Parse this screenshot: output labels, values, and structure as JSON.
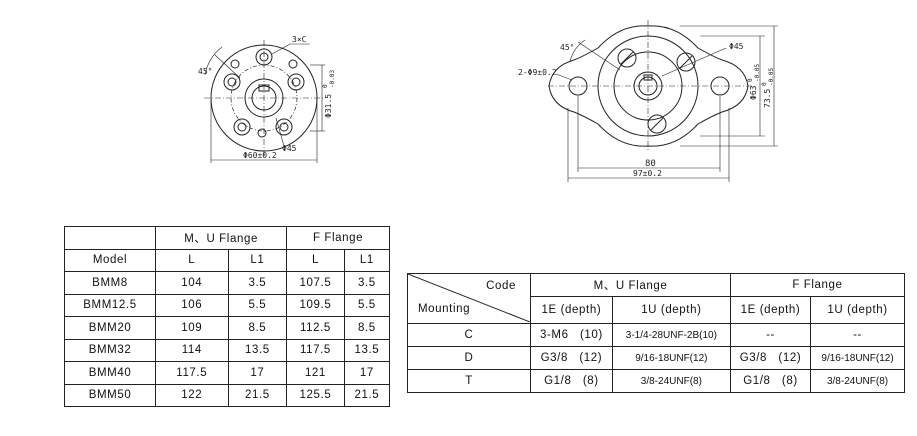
{
  "drawing_left": {
    "label_holes": "3×C",
    "label_angle": "45°",
    "label_bolt_circle": "Φ31.5",
    "label_bolt_tol_upper": "0",
    "label_bolt_tol_lower": "-0.03",
    "label_bore": "Φ45",
    "label_outer": "Φ60±0.2"
  },
  "drawing_right": {
    "label_angle": "45°",
    "label_bore": "Φ45",
    "label_holes": "2-Φ9±0.2",
    "label_hole_spacing": "80",
    "label_width": "97±0.2",
    "label_pilot": "Φ63",
    "label_pilot_tol_upper": "0",
    "label_pilot_tol_lower": "-0.05",
    "label_height": "73.5",
    "label_height_tol_upper": "0",
    "label_height_tol_lower": "-0.05"
  },
  "table1": {
    "header_mu": "M、U Flange",
    "header_f": "F Flange",
    "col_model": "Model",
    "col_l": "L",
    "col_l1": "L1",
    "rows": [
      {
        "model": "BMM8",
        "mu_l": "104",
        "mu_l1": "3.5",
        "f_l": "107.5",
        "f_l1": "3.5"
      },
      {
        "model": "BMM12.5",
        "mu_l": "106",
        "mu_l1": "5.5",
        "f_l": "109.5",
        "f_l1": "5.5"
      },
      {
        "model": "BMM20",
        "mu_l": "109",
        "mu_l1": "8.5",
        "f_l": "112.5",
        "f_l1": "8.5"
      },
      {
        "model": "BMM32",
        "mu_l": "114",
        "mu_l1": "13.5",
        "f_l": "117.5",
        "f_l1": "13.5"
      },
      {
        "model": "BMM40",
        "mu_l": "117.5",
        "mu_l1": "17",
        "f_l": "121",
        "f_l1": "17"
      },
      {
        "model": "BMM50",
        "mu_l": "122",
        "mu_l1": "21.5",
        "f_l": "125.5",
        "f_l1": "21.5"
      }
    ]
  },
  "table2": {
    "header_mu": "M、U Flange",
    "header_f": "F Flange",
    "label_code": "Code",
    "label_mounting": "Mounting",
    "col_1e": "1E (depth)",
    "col_1u": "1U (depth)",
    "rows": [
      {
        "mount": "C",
        "mu_1e": "3-M6   (10)",
        "mu_1u": "3-1/4-28UNF-2B(10)",
        "f_1e": "--",
        "f_1u": "--"
      },
      {
        "mount": "D",
        "mu_1e": "G3/8   (12)",
        "mu_1u": "9/16-18UNF(12)",
        "f_1e": "G3/8   (12)",
        "f_1u": "9/16-18UNF(12)"
      },
      {
        "mount": "T",
        "mu_1e": "G1/8   (8)",
        "mu_1u": "3/8-24UNF(8)",
        "f_1e": "G1/8   (8)",
        "f_1u": "3/8-24UNF(8)"
      }
    ]
  }
}
